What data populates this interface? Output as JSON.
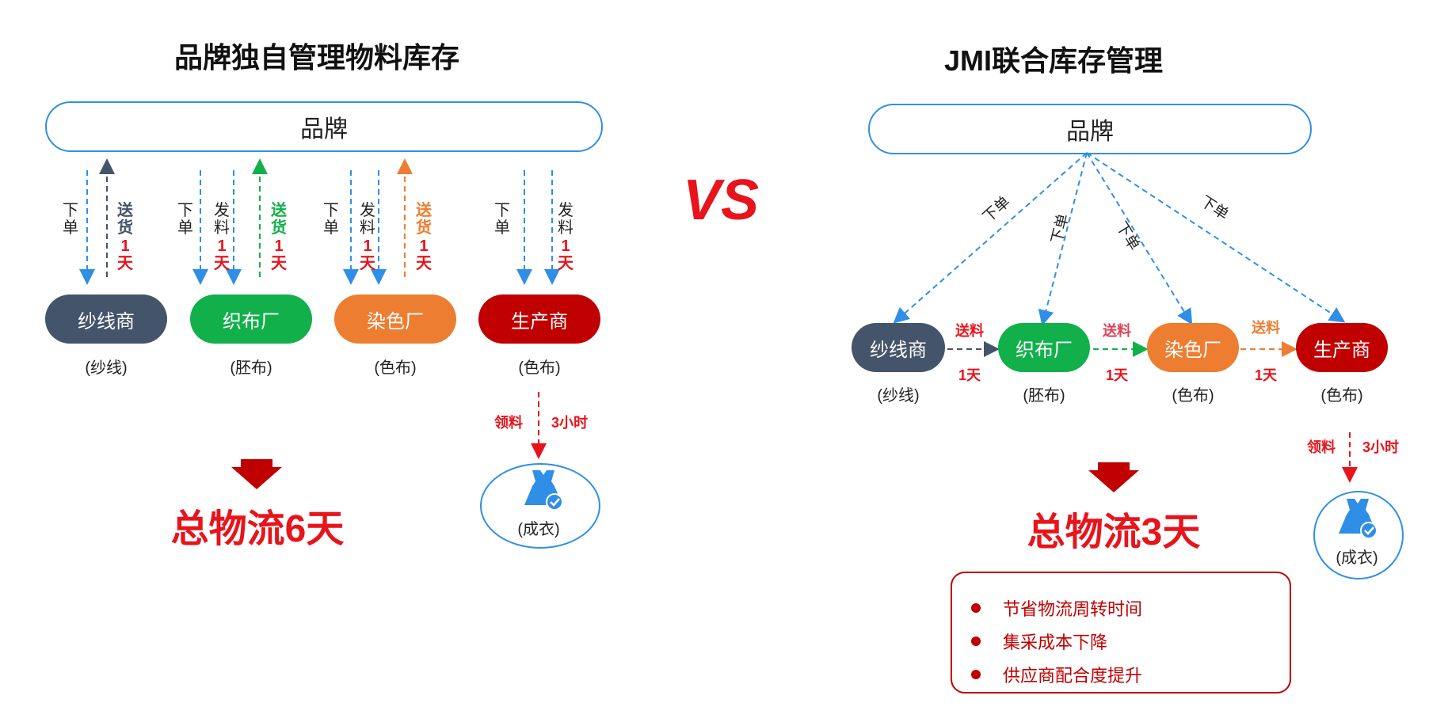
{
  "left": {
    "title": "品牌独自管理物料库存",
    "brand": "品牌",
    "nodes": [
      {
        "label": "纱线商",
        "sub": "(纱线)",
        "color": "#44546a"
      },
      {
        "label": "织布厂",
        "sub": "(胚布)",
        "color": "#12b04b"
      },
      {
        "label": "染色厂",
        "sub": "(色布)",
        "color": "#ed7d31"
      },
      {
        "label": "生产商",
        "sub": "(色布)",
        "color": "#c00000"
      }
    ],
    "order_label": "下单",
    "issue_label": "发料",
    "deliver_label": "送货",
    "day_label": "1天",
    "material_label": "领料",
    "hours_label": "3小时",
    "garment_label": "(成衣)",
    "total": "总物流6天"
  },
  "vs": "VS",
  "right": {
    "title": "JMI联合库存管理",
    "brand": "品牌",
    "nodes": [
      {
        "label": "纱线商",
        "sub": "(纱线)",
        "color": "#44546a"
      },
      {
        "label": "织布厂",
        "sub": "(胚布)",
        "color": "#12b04b"
      },
      {
        "label": "染色厂",
        "sub": "(色布)",
        "color": "#ed7d31"
      },
      {
        "label": "生产商",
        "sub": "(色布)",
        "color": "#c00000"
      }
    ],
    "order_label": "下单",
    "send_label": "送料",
    "day_label": "1天",
    "material_label": "领料",
    "hours_label": "3小时",
    "garment_label": "(成衣)",
    "total": "总物流3天",
    "benefits": [
      "节省物流周转时间",
      "集采成本下降",
      "供应商配合度提升"
    ]
  },
  "colors": {
    "accent_blue": "#2f8fe6",
    "red": "#e8141c",
    "dark_red": "#c00000",
    "slate": "#44546a",
    "green": "#12b04b",
    "orange": "#ed7d31"
  }
}
